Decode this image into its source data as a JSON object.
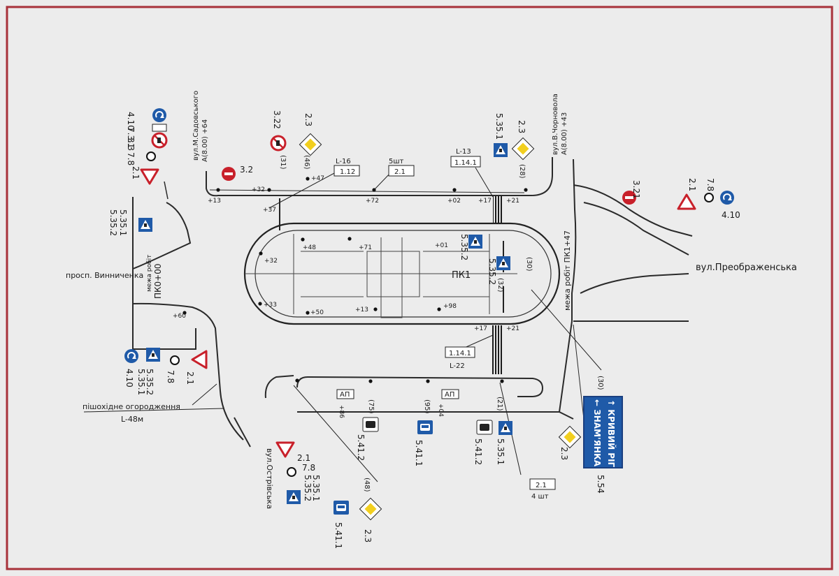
{
  "border_color": "#a8323a",
  "colors": {
    "sign_blue": "#1f5aa8",
    "sign_red": "#c8202a",
    "sign_yellow": "#f2cf1f",
    "road_line": "#2a2a2a"
  },
  "streets": {
    "sadovoho": "вул.М.Садовського",
    "chornovola": "вул.В.Чорновола",
    "preobrazhenska": "вул.Преображенська",
    "vynnychenka": "просп. Винниченка",
    "ostrivska": "вул.Острівська"
  },
  "chainage": {
    "a1": "A(8.00)  +64",
    "a2": "A(8.00)  +43",
    "boundary_pk0": "ПК0+00",
    "boundary_word": "межа робіт",
    "boundary_pk1": "межа робіт ПК1+47",
    "pk1": "ПК1"
  },
  "offsets": [
    "+13",
    "+32",
    "+47",
    "+37",
    "+72",
    "+02",
    "+17",
    "+21",
    "+48",
    "+71",
    "+01",
    "+32",
    "+33",
    "+50",
    "+13",
    "+98",
    "+17",
    "+21",
    "+60",
    "+86",
    "+04"
  ],
  "markings": {
    "m_112": "1.12",
    "l16": "L-16",
    "m_21a": "2.1",
    "pcs5": "5шт",
    "m_1141a": "1.14.1",
    "l13": "L-13",
    "m_1141b": "1.14.1",
    "l22": "L-22",
    "m_21b": "2.1",
    "pcs4": "4 шт",
    "fence": "пішохідне огородження",
    "l48": "L-48м"
  },
  "distances": [
    "(31)",
    "(46)",
    "(28)",
    "(32)",
    "(30)",
    "(75)",
    "(95)",
    "(21)",
    "(48)",
    "(30)"
  ],
  "bus_stops": [
    "АП",
    "АП"
  ],
  "sign_codes": {
    "s_410a": "4.10",
    "s_731": "7.3.1",
    "s_33": "3.3",
    "s_78a": "7.8",
    "s_21a": "2.1",
    "s_32": "3.2",
    "s_322": "3.22",
    "s_23a": "2.3",
    "s_3351": "5.35.1",
    "s_23b": "2.3",
    "s_321": "3.21",
    "s_21b": "2.1",
    "s_78b": "7.8",
    "s_410b": "4.10",
    "s_5352a": "5.35.2",
    "s_5351a": "5.35.1",
    "s_5352b": "5.35.2",
    "s_5352c": "5.35.2",
    "s_410c": "4.10",
    "s_5351b": "5.35.1",
    "s_5352d": "5.35.2",
    "s_78c": "7.8",
    "s_21c": "2.1",
    "s_5412a": "5.41.2",
    "s_5411a": "5.41.1",
    "s_5412b": "5.41.2",
    "s_5351c": "5.35.1",
    "s_23c": "2.3",
    "s_21d": "2.1",
    "s_78d": "7.8",
    "s_5352e": "5.35.2",
    "s_5351d": "5.35.1",
    "s_5411b": "5.41.1",
    "s_23d": "2.3",
    "s_554": "5.54"
  },
  "direction_sign": {
    "line1": "↑ КРИВИЙ РІГ",
    "line2": "← ЗНАМ'ЯНКА"
  }
}
